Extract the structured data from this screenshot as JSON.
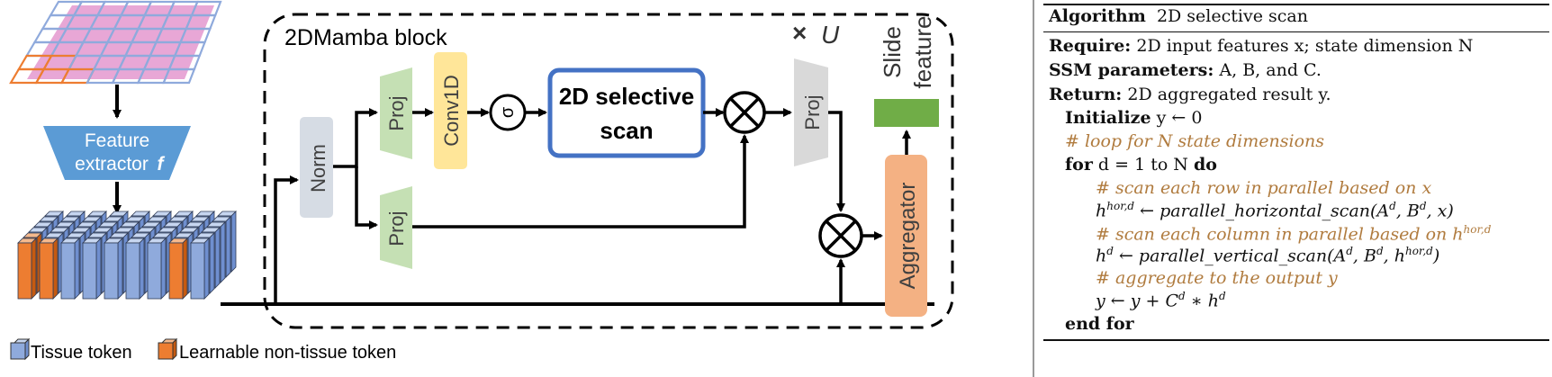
{
  "diagram": {
    "feature_extractor": {
      "line1": "Feature",
      "line2": "extractor",
      "symbol": "f"
    },
    "block_title": "2DMamba block",
    "repeat_symbol": "×",
    "repeat_var": "U",
    "norm_label": "Norm",
    "proj_label": "Proj",
    "conv_label": "Conv1D",
    "act_symbol": "σ",
    "scan_line1": "2D selective",
    "scan_line2": "scan",
    "slide_feature_line1": "Slide",
    "slide_feature_line2": "feature",
    "aggregator_label": "Aggregator",
    "legend": {
      "tissue": "Tissue token",
      "learnable": "Learnable non-tissue token"
    },
    "colors": {
      "tissue_blue": "#8faadc",
      "token_orange": "#ed7d31",
      "extractor_blue": "#5b9bd5",
      "norm_gray": "#d6dce4",
      "proj_green": "#c5e0b4",
      "conv_yellow": "#ffe699",
      "scan_border": "#4472c4",
      "out_proj_gray": "#d9d9d9",
      "slide_green": "#70ad47",
      "aggregator_orange": "#f4b183",
      "wsi_pink": "#e8a7d6",
      "grid_blue": "#8faadc"
    }
  },
  "algorithm": {
    "header_bold": "Algorithm",
    "header_title": "2D selective scan",
    "require_bold": "Require:",
    "require_text": "2D input features x; state dimension N",
    "ssm_bold": "SSM parameters:",
    "ssm_text": "A, B, and C.",
    "return_bold": "Return:",
    "return_text": "2D aggregated result y.",
    "init_bold": "Initialize",
    "init_text": "y ← 0",
    "comment_loop": "# loop for N state dimensions",
    "for_bold": "for",
    "for_text": "d = 1 to N",
    "do_bold": "do",
    "comment_row": "# scan each row in parallel based on x",
    "hor_lhs": "h",
    "hor_sup": "hor,d",
    "hor_rhs": " ← parallel_horizontal_scan(A",
    "hor_rhs2": ", B",
    "hor_rhs3": ", x)",
    "sup_d": "d",
    "comment_col": "# scan each column in parallel based on h",
    "comment_col_sup": "hor,d",
    "ver_lhs": "h",
    "ver_rhs": " ← parallel_vertical_scan(A",
    "ver_rhs2": ", B",
    "ver_rhs3": ", h",
    "ver_rhs4": ")",
    "comment_agg": "# aggregate to the output y",
    "agg_text1": "y ← y + C",
    "agg_text2": " ∗ h",
    "endfor_bold": "end for"
  }
}
